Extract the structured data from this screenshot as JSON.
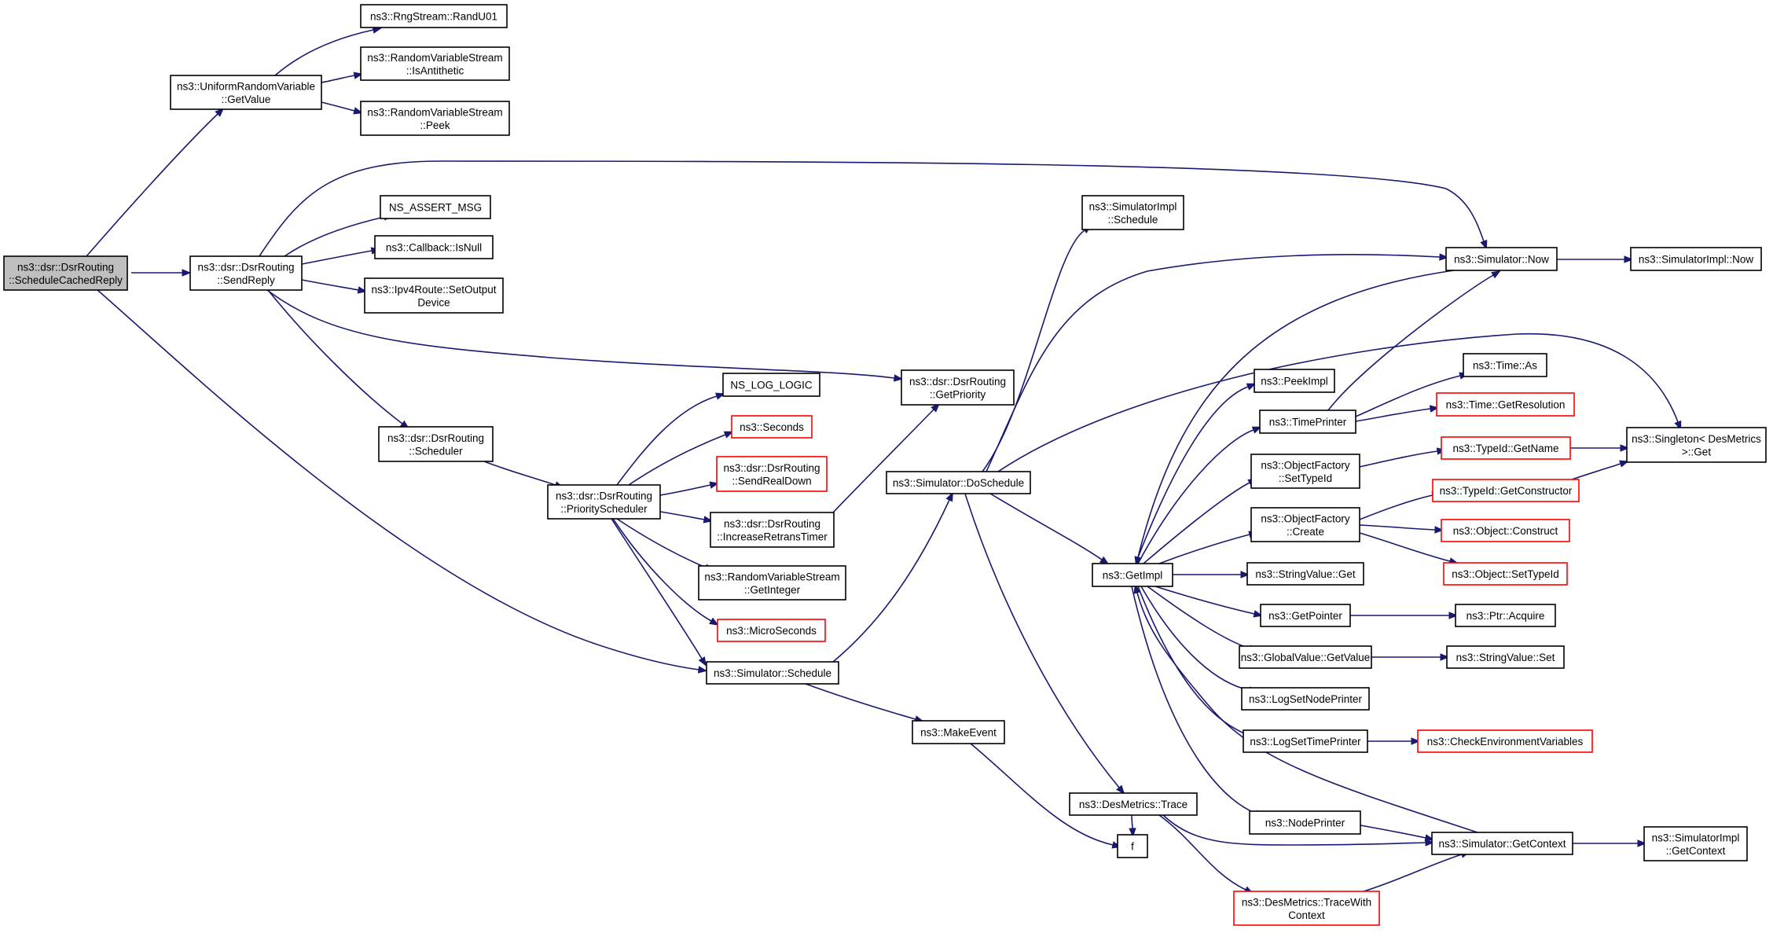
{
  "graph_nodes": [
    {
      "id": "root",
      "lines": [
        "ns3::dsr::DsrRouting",
        "::ScheduleCachedReply"
      ],
      "style": "root"
    },
    {
      "id": "uniformGetValue",
      "lines": [
        "ns3::UniformRandomVariable",
        "::GetValue"
      ],
      "style": "normal"
    },
    {
      "id": "randU01",
      "lines": [
        "ns3::RngStream::RandU01"
      ],
      "style": "normal"
    },
    {
      "id": "isAntithetic",
      "lines": [
        "ns3::RandomVariableStream",
        "::IsAntithetic"
      ],
      "style": "normal"
    },
    {
      "id": "peek",
      "lines": [
        "ns3::RandomVariableStream",
        "::Peek"
      ],
      "style": "normal"
    },
    {
      "id": "sendReply",
      "lines": [
        "ns3::dsr::DsrRouting",
        "::SendReply"
      ],
      "style": "normal"
    },
    {
      "id": "nsAssertMsg",
      "lines": [
        "NS_ASSERT_MSG"
      ],
      "style": "normal"
    },
    {
      "id": "callbackIsNull",
      "lines": [
        "ns3::Callback::IsNull"
      ],
      "style": "normal"
    },
    {
      "id": "setOutputDevice",
      "lines": [
        "ns3::Ipv4Route::SetOutput",
        "Device"
      ],
      "style": "normal"
    },
    {
      "id": "scheduler",
      "lines": [
        "ns3::dsr::DsrRouting",
        "::Scheduler"
      ],
      "style": "normal"
    },
    {
      "id": "priorityScheduler",
      "lines": [
        "ns3::dsr::DsrRouting",
        "::PriorityScheduler"
      ],
      "style": "normal"
    },
    {
      "id": "nsLogLogic",
      "lines": [
        "NS_LOG_LOGIC"
      ],
      "style": "normal"
    },
    {
      "id": "seconds",
      "lines": [
        "ns3::Seconds"
      ],
      "style": "red"
    },
    {
      "id": "sendRealDown",
      "lines": [
        "ns3::dsr::DsrRouting",
        "::SendRealDown"
      ],
      "style": "red"
    },
    {
      "id": "increaseRetrans",
      "lines": [
        "ns3::dsr::DsrRouting",
        "::IncreaseRetransTimer"
      ],
      "style": "normal"
    },
    {
      "id": "getInteger",
      "lines": [
        "ns3::RandomVariableStream",
        "::GetInteger"
      ],
      "style": "normal"
    },
    {
      "id": "microSeconds",
      "lines": [
        "ns3::MicroSeconds"
      ],
      "style": "red"
    },
    {
      "id": "simSchedule",
      "lines": [
        "ns3::Simulator::Schedule"
      ],
      "style": "normal"
    },
    {
      "id": "getPriority",
      "lines": [
        "ns3::dsr::DsrRouting",
        "::GetPriority"
      ],
      "style": "normal"
    },
    {
      "id": "doSchedule",
      "lines": [
        "ns3::Simulator::DoSchedule"
      ],
      "style": "normal"
    },
    {
      "id": "makeEvent",
      "lines": [
        "ns3::MakeEvent"
      ],
      "style": "normal"
    },
    {
      "id": "implSchedule",
      "lines": [
        "ns3::SimulatorImpl",
        "::Schedule"
      ],
      "style": "normal"
    },
    {
      "id": "desTrace",
      "lines": [
        "ns3::DesMetrics::Trace"
      ],
      "style": "normal"
    },
    {
      "id": "f",
      "lines": [
        "f"
      ],
      "style": "normal"
    },
    {
      "id": "traceWithContext",
      "lines": [
        "ns3::DesMetrics::TraceWith",
        "Context"
      ],
      "style": "red"
    },
    {
      "id": "simNow",
      "lines": [
        "ns3::Simulator::Now"
      ],
      "style": "normal"
    },
    {
      "id": "implNow",
      "lines": [
        "ns3::SimulatorImpl::Now"
      ],
      "style": "normal"
    },
    {
      "id": "getImpl",
      "lines": [
        "ns3::GetImpl"
      ],
      "style": "normal"
    },
    {
      "id": "peekImpl",
      "lines": [
        "ns3::PeekImpl"
      ],
      "style": "normal"
    },
    {
      "id": "timePrinter",
      "lines": [
        "ns3::TimePrinter"
      ],
      "style": "normal"
    },
    {
      "id": "timeAs",
      "lines": [
        "ns3::Time::As"
      ],
      "style": "normal"
    },
    {
      "id": "getResolution",
      "lines": [
        "ns3::Time::GetResolution"
      ],
      "style": "red"
    },
    {
      "id": "ofSetTypeId",
      "lines": [
        "ns3::ObjectFactory",
        "::SetTypeId"
      ],
      "style": "normal"
    },
    {
      "id": "typeIdGetName",
      "lines": [
        "ns3::TypeId::GetName"
      ],
      "style": "red"
    },
    {
      "id": "singletonGet",
      "lines": [
        "ns3::Singleton< DesMetrics",
        " >::Get"
      ],
      "style": "normal"
    },
    {
      "id": "ofCreate",
      "lines": [
        "ns3::ObjectFactory",
        "::Create"
      ],
      "style": "normal"
    },
    {
      "id": "getConstructor",
      "lines": [
        "ns3::TypeId::GetConstructor"
      ],
      "style": "red"
    },
    {
      "id": "objConstruct",
      "lines": [
        "ns3::Object::Construct"
      ],
      "style": "red"
    },
    {
      "id": "objSetTypeId",
      "lines": [
        "ns3::Object::SetTypeId"
      ],
      "style": "red"
    },
    {
      "id": "stringValueGet",
      "lines": [
        "ns3::StringValue::Get"
      ],
      "style": "normal"
    },
    {
      "id": "getPointer",
      "lines": [
        "ns3::GetPointer"
      ],
      "style": "normal"
    },
    {
      "id": "ptrAcquire",
      "lines": [
        "ns3::Ptr::Acquire"
      ],
      "style": "normal"
    },
    {
      "id": "globalGetValue",
      "lines": [
        "ns3::GlobalValue::GetValue"
      ],
      "style": "normal"
    },
    {
      "id": "stringValueSet",
      "lines": [
        "ns3::StringValue::Set"
      ],
      "style": "normal"
    },
    {
      "id": "logSetNodePrinter",
      "lines": [
        "ns3::LogSetNodePrinter"
      ],
      "style": "normal"
    },
    {
      "id": "logSetTimePrinter",
      "lines": [
        "ns3::LogSetTimePrinter"
      ],
      "style": "normal"
    },
    {
      "id": "checkEnv",
      "lines": [
        "ns3::CheckEnvironmentVariables"
      ],
      "style": "red"
    },
    {
      "id": "nodePrinter",
      "lines": [
        "ns3::NodePrinter"
      ],
      "style": "normal"
    },
    {
      "id": "simGetContext",
      "lines": [
        "ns3::Simulator::GetContext"
      ],
      "style": "normal"
    },
    {
      "id": "implGetContext",
      "lines": [
        "ns3::SimulatorImpl",
        "::GetContext"
      ],
      "style": "normal"
    }
  ],
  "graph_edges": [
    {
      "from": "root",
      "to": "uniformGetValue"
    },
    {
      "from": "root",
      "to": "sendReply"
    },
    {
      "from": "root",
      "to": "simSchedule"
    },
    {
      "from": "uniformGetValue",
      "to": "randU01"
    },
    {
      "from": "uniformGetValue",
      "to": "isAntithetic"
    },
    {
      "from": "uniformGetValue",
      "to": "peek"
    },
    {
      "from": "sendReply",
      "to": "simNow"
    },
    {
      "from": "sendReply",
      "to": "nsAssertMsg"
    },
    {
      "from": "sendReply",
      "to": "callbackIsNull"
    },
    {
      "from": "sendReply",
      "to": "setOutputDevice"
    },
    {
      "from": "sendReply",
      "to": "getPriority"
    },
    {
      "from": "sendReply",
      "to": "scheduler"
    },
    {
      "from": "scheduler",
      "to": "priorityScheduler"
    },
    {
      "from": "priorityScheduler",
      "to": "nsLogLogic"
    },
    {
      "from": "priorityScheduler",
      "to": "seconds"
    },
    {
      "from": "priorityScheduler",
      "to": "sendRealDown"
    },
    {
      "from": "priorityScheduler",
      "to": "increaseRetrans"
    },
    {
      "from": "priorityScheduler",
      "to": "getInteger"
    },
    {
      "from": "priorityScheduler",
      "to": "microSeconds"
    },
    {
      "from": "priorityScheduler",
      "to": "simSchedule"
    },
    {
      "from": "increaseRetrans",
      "to": "getPriority"
    },
    {
      "from": "simSchedule",
      "to": "doSchedule"
    },
    {
      "from": "simSchedule",
      "to": "makeEvent"
    },
    {
      "from": "makeEvent",
      "to": "f"
    },
    {
      "from": "doSchedule",
      "to": "implSchedule"
    },
    {
      "from": "doSchedule",
      "to": "simNow"
    },
    {
      "from": "doSchedule",
      "to": "singletonGet"
    },
    {
      "from": "doSchedule",
      "to": "getImpl"
    },
    {
      "from": "doSchedule",
      "to": "desTrace"
    },
    {
      "from": "desTrace",
      "to": "f"
    },
    {
      "from": "desTrace",
      "to": "simGetContext"
    },
    {
      "from": "desTrace",
      "to": "traceWithContext"
    },
    {
      "from": "traceWithContext",
      "to": "simGetContext"
    },
    {
      "from": "simNow",
      "to": "implNow"
    },
    {
      "from": "simNow",
      "to": "getImpl"
    },
    {
      "from": "getImpl",
      "to": "peekImpl"
    },
    {
      "from": "getImpl",
      "to": "timePrinter"
    },
    {
      "from": "getImpl",
      "to": "ofSetTypeId"
    },
    {
      "from": "getImpl",
      "to": "ofCreate"
    },
    {
      "from": "getImpl",
      "to": "stringValueGet"
    },
    {
      "from": "getImpl",
      "to": "getPointer"
    },
    {
      "from": "getImpl",
      "to": "globalGetValue"
    },
    {
      "from": "getImpl",
      "to": "logSetNodePrinter"
    },
    {
      "from": "getImpl",
      "to": "logSetTimePrinter"
    },
    {
      "from": "getImpl",
      "to": "nodePrinter"
    },
    {
      "from": "timePrinter",
      "to": "simNow"
    },
    {
      "from": "timePrinter",
      "to": "timeAs"
    },
    {
      "from": "timePrinter",
      "to": "getResolution"
    },
    {
      "from": "ofSetTypeId",
      "to": "typeIdGetName"
    },
    {
      "from": "typeIdGetName",
      "to": "singletonGet"
    },
    {
      "from": "getConstructor",
      "to": "singletonGet"
    },
    {
      "from": "ofCreate",
      "to": "getConstructor"
    },
    {
      "from": "ofCreate",
      "to": "objConstruct"
    },
    {
      "from": "ofCreate",
      "to": "objSetTypeId"
    },
    {
      "from": "getPointer",
      "to": "ptrAcquire"
    },
    {
      "from": "globalGetValue",
      "to": "stringValueSet"
    },
    {
      "from": "logSetTimePrinter",
      "to": "checkEnv"
    },
    {
      "from": "nodePrinter",
      "to": "simGetContext"
    },
    {
      "from": "simGetContext",
      "to": "getImpl"
    },
    {
      "from": "simGetContext",
      "to": "implGetContext"
    }
  ]
}
